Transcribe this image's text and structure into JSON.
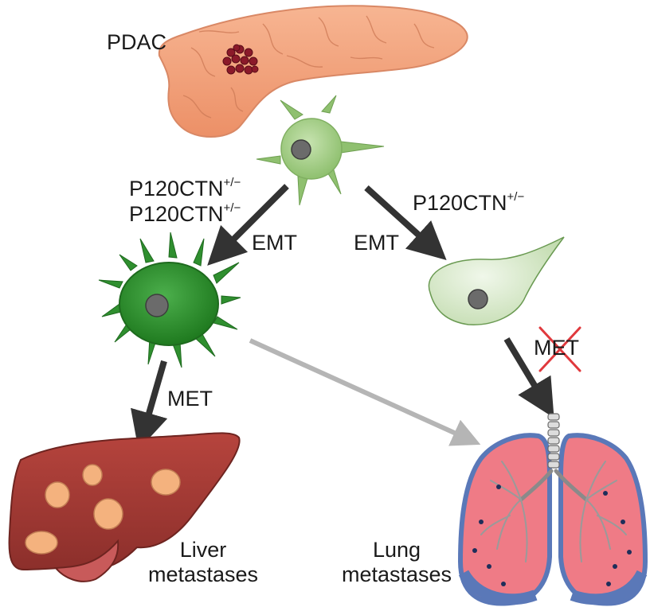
{
  "labels": {
    "pdac": "PDAC",
    "p120_left_1": "P120CTN",
    "p120_left_1_sup": "+/−",
    "p120_left_2": "P120CTN",
    "p120_left_2_sup": "+/−",
    "p120_right": "P120CTN",
    "p120_right_sup": "+/−",
    "emt_left": "EMT",
    "emt_right": "EMT",
    "met_left": "MET",
    "met_right_crossed": "MET",
    "liver_line1": "Liver",
    "liver_line2": "metastases",
    "lung_line1": "Lung",
    "lung_line2": "metastases"
  },
  "colors": {
    "pancreas": "#f2a27e",
    "tumor": "#8b1a2a",
    "cell_light": "#a9d08e",
    "cell_dark": "#2f8f2f",
    "cell_pale": "#d6e8c8",
    "nucleus": "#6b6b6b",
    "arrow": "#333333",
    "arrow_grey": "#b5b5b5",
    "liver": "#a33a34",
    "liver_spots": "#f4b27e",
    "lung": "#ef7b86",
    "lung_edge": "#5a78b8",
    "cross": "#e0393d"
  },
  "icons": [
    "pancreas-icon",
    "cell-icon",
    "liver-icon",
    "lungs-icon",
    "cross-mark-icon"
  ]
}
